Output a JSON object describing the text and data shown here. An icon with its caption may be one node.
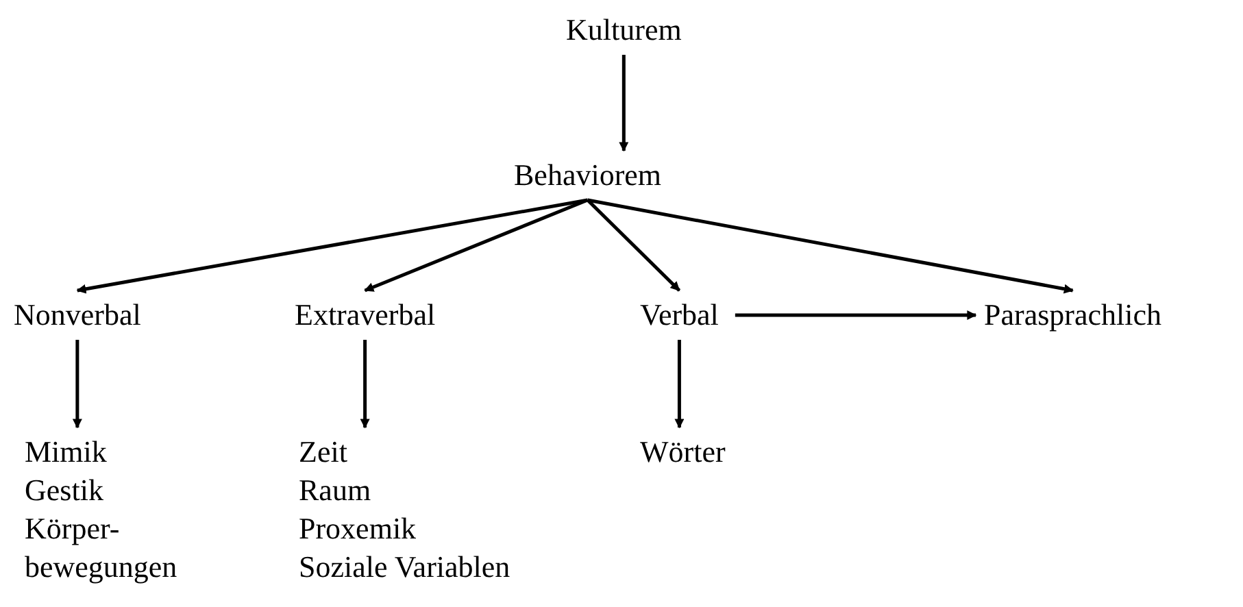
{
  "diagram": {
    "nodes": [
      {
        "text": [
          "Kulturem"
        ]
      },
      {
        "text": [
          "Behaviorem"
        ]
      },
      {
        "text": [
          "Nonverbal"
        ]
      },
      {
        "text": [
          "Extraverbal"
        ]
      },
      {
        "text": [
          "Verbal"
        ]
      },
      {
        "text": [
          "Parasprachlich"
        ]
      },
      {
        "text": [
          "Mimik",
          "Gestik",
          "Körper- bewegungen"
        ]
      },
      {
        "text": [
          "Zeit",
          "Raum",
          "Proxemik",
          "Soziale Variablen"
        ]
      },
      {
        "text": [
          "Wörter"
        ]
      }
    ],
    "edges": [
      {
        "from": 0,
        "to": 1,
        "arrow": "to"
      },
      {
        "from": 1,
        "to": 2,
        "arrow": "to"
      },
      {
        "from": 1,
        "to": 3,
        "arrow": "to"
      },
      {
        "from": 1,
        "to": 4,
        "arrow": "to"
      },
      {
        "from": 1,
        "to": 5,
        "arrow": "to"
      },
      {
        "from": 2,
        "to": 6,
        "arrow": "to"
      },
      {
        "from": 3,
        "to": 7,
        "arrow": "to"
      },
      {
        "from": 4,
        "to": 8,
        "arrow": "to"
      },
      {
        "from": 4,
        "to": 5,
        "arrow": "to"
      }
    ]
  }
}
